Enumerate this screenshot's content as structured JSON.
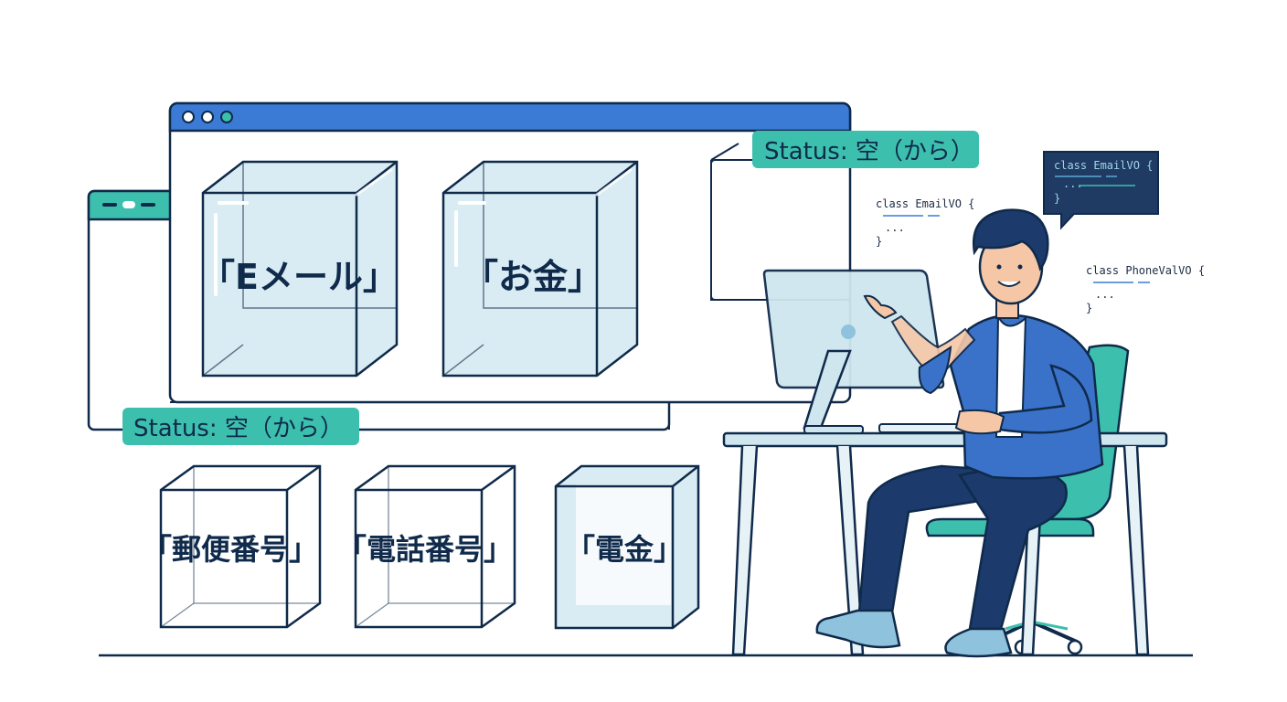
{
  "window_top": {
    "dots": [
      "close",
      "minimize",
      "maximize"
    ],
    "boxes": [
      {
        "label": "「Eメール」"
      },
      {
        "label": "「お金」"
      }
    ],
    "status": "Status: 空（から）"
  },
  "window_back": {
    "status": "Status: 空（から）"
  },
  "bottom_boxes": [
    {
      "label": "「郵便番号」"
    },
    {
      "label": "「電話番号」"
    },
    {
      "label": "「電金」"
    }
  ],
  "code_snippets": {
    "bubble": {
      "line1": "class EmailVO {",
      "line2": "...",
      "line3": "}"
    },
    "floating_email": {
      "line1": "class EmailVO {",
      "line2": "...",
      "line3": "}"
    },
    "floating_phone": {
      "line1": "class PhoneValVO {",
      "line2": "...",
      "line3": "}"
    }
  },
  "colors": {
    "navy": "#0f2a4a",
    "blue_titlebar": "#3b7bd6",
    "teal": "#3dbfae",
    "glass": "#cfe6ef",
    "shirt": "#3a72c9",
    "pants": "#1c3a6b",
    "chair": "#3dbfae",
    "skin": "#f6c7a6"
  }
}
